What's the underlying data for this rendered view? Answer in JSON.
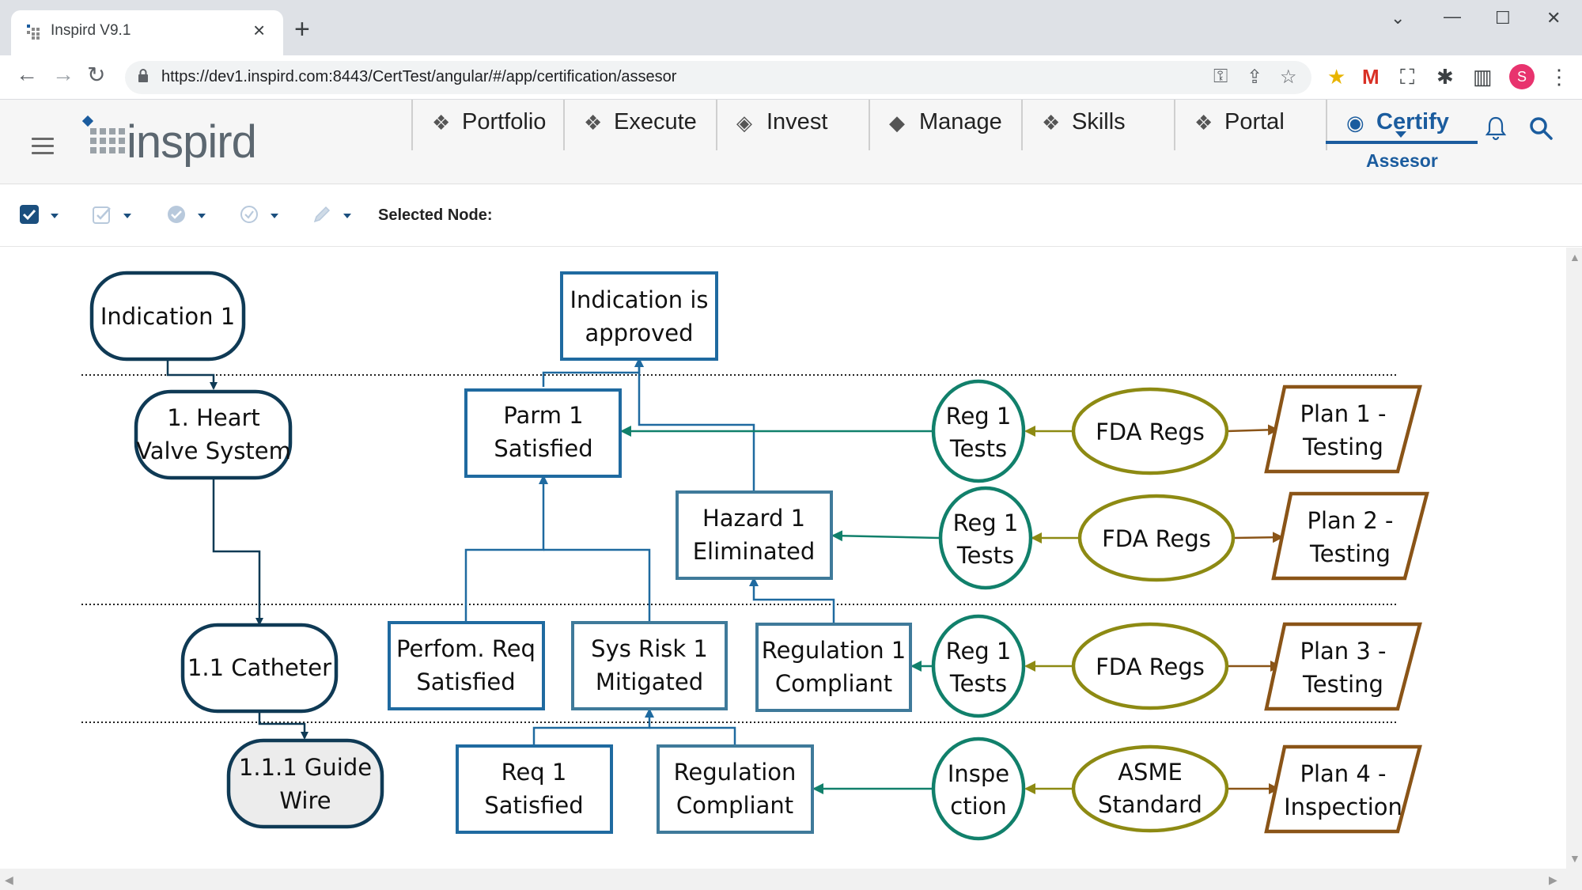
{
  "browser": {
    "tab_title": "Inspird V9.1",
    "url": "https://dev1.inspird.com:8443/CertTest/angular/#/app/certification/assesor",
    "profile_initial": "S"
  },
  "app": {
    "logo_text": "inspird",
    "nav": [
      {
        "label": "Portfolio",
        "icon": "portfolio-icon"
      },
      {
        "label": "Execute",
        "icon": "execute-icon"
      },
      {
        "label": "Invest",
        "icon": "invest-icon"
      },
      {
        "label": "Manage",
        "icon": "manage-icon"
      },
      {
        "label": "Skills",
        "icon": "skills-icon"
      },
      {
        "label": "Portal",
        "icon": "portal-icon"
      },
      {
        "label": "Certify",
        "icon": "certify-icon"
      }
    ],
    "active_nav": "Certify",
    "active_sublabel": "Assesor"
  },
  "toolbar": {
    "selected_node_label": "Selected Node:"
  },
  "colors": {
    "dark_navy": "#0f3a55",
    "blue": "#1f6aa0",
    "teal": "#11806b",
    "olive": "#8d8a13",
    "brown": "#8a5417"
  },
  "diagram": {
    "hierarchy": [
      {
        "id": "indication1",
        "label": [
          "Indication 1"
        ]
      },
      {
        "id": "heart",
        "label": [
          "1. Heart",
          "Valve System"
        ]
      },
      {
        "id": "catheter",
        "label": [
          "1.1 Catheter"
        ]
      },
      {
        "id": "guidewire",
        "label": [
          "1.1.1 Guide",
          "Wire"
        ]
      }
    ],
    "claims": [
      {
        "id": "approved",
        "label": [
          "Indication is",
          "approved"
        ]
      },
      {
        "id": "parm",
        "label": [
          "Parm 1",
          "Satisfied"
        ]
      },
      {
        "id": "hazard",
        "label": [
          "Hazard 1",
          "Eliminated"
        ]
      },
      {
        "id": "perfom",
        "label": [
          "Perfom. Req",
          "Satisfied"
        ]
      },
      {
        "id": "sysrisk",
        "label": [
          "Sys Risk 1",
          "Mitigated"
        ]
      },
      {
        "id": "reg1c",
        "label": [
          "Regulation 1",
          "Compliant"
        ]
      },
      {
        "id": "req1",
        "label": [
          "Req 1",
          "Satisfied"
        ]
      },
      {
        "id": "regc",
        "label": [
          "Regulation",
          "Compliant"
        ]
      }
    ],
    "evidence": [
      {
        "id": "t1",
        "label": [
          "Reg 1",
          "Tests"
        ]
      },
      {
        "id": "t2",
        "label": [
          "Reg 1",
          "Tests"
        ]
      },
      {
        "id": "t3",
        "label": [
          "Reg 1",
          "Tests"
        ]
      },
      {
        "id": "t4",
        "label": [
          "Inspe",
          "ction"
        ]
      }
    ],
    "standards": [
      {
        "id": "s1",
        "label": [
          "FDA Regs"
        ]
      },
      {
        "id": "s2",
        "label": [
          "FDA Regs"
        ]
      },
      {
        "id": "s3",
        "label": [
          "FDA Regs"
        ]
      },
      {
        "id": "s4",
        "label": [
          "ASME",
          "Standard"
        ]
      }
    ],
    "plans": [
      {
        "id": "p1",
        "label": [
          "Plan 1 -",
          "Testing"
        ]
      },
      {
        "id": "p2",
        "label": [
          "Plan 2 -",
          "Testing"
        ]
      },
      {
        "id": "p3",
        "label": [
          "Plan 3 -",
          "Testing"
        ]
      },
      {
        "id": "p4",
        "label": [
          "Plan 4 -",
          "Inspection"
        ]
      }
    ]
  }
}
